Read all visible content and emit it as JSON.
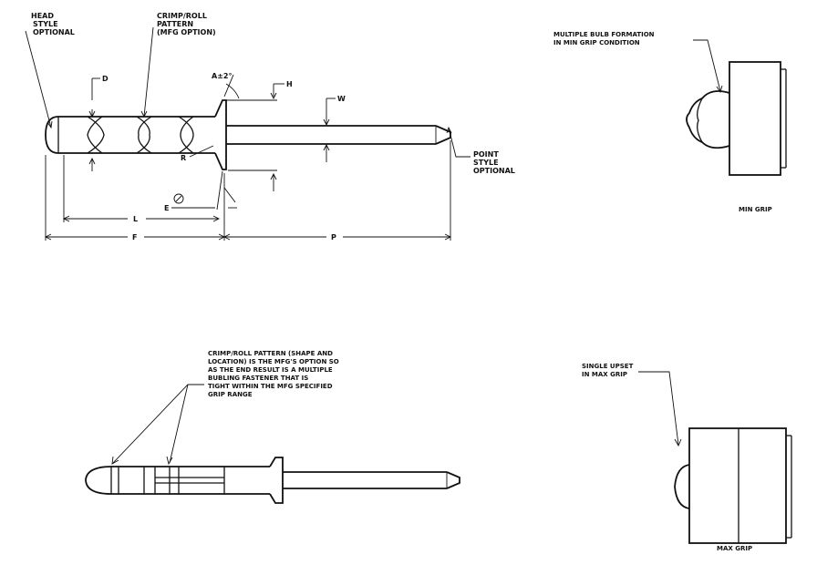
{
  "labels": {
    "head_style": [
      "HEAD",
      "STYLE",
      "OPTIONAL"
    ],
    "crimp_top": [
      "CRIMP/ROLL",
      "PATTERN",
      "(MFG OPTION)"
    ],
    "angle": "A±2°",
    "dim_h": "H",
    "dim_d": "D",
    "dim_w": "W",
    "dim_r": "R",
    "dim_e": "E",
    "dim_l": "L",
    "dim_f": "F",
    "dim_p": "P",
    "point_style": [
      "POINT",
      "STYLE",
      "OPTIONAL"
    ],
    "multiple_bulb": [
      "MULTIPLE BULB FORMATION",
      "IN MIN GRIP CONDITION"
    ],
    "min_grip": "MIN GRIP",
    "crimp_bottom": [
      "CRIMP/ROLL PATTERN (SHAPE AND",
      "LOCATION)  IS THE MFG'S OPTION SO",
      "AS THE END RESULT IS A MULTIPLE",
      "BUBLING FASTENER THAT IS",
      "TIGHT WITHIN THE MFG SPECIFIED",
      "GRIP RANGE"
    ],
    "single_upset": [
      "SINGLE UPSET",
      "IN MAX GRIP"
    ],
    "max_grip": "MAX GRIP"
  }
}
